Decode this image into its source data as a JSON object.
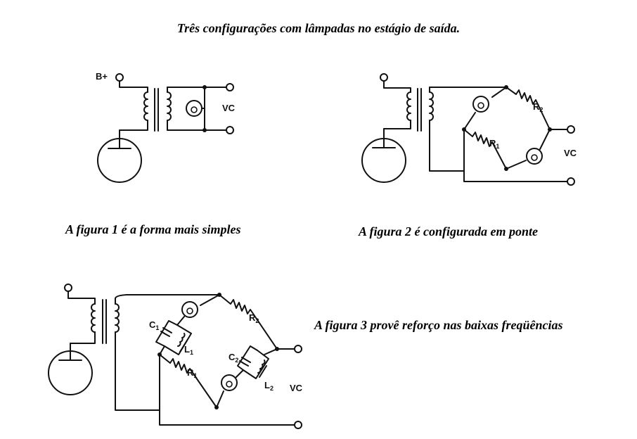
{
  "title": "Três configurações com  lâmpadas no estágio de saída.",
  "figures": [
    {
      "caption": "A figura 1 é a forma mais simples",
      "labels": {
        "supply": "B+",
        "output": "VC"
      }
    },
    {
      "caption": "A figura 2  é configurada em ponte",
      "labels": {
        "r1": "R",
        "r1_sub": "1",
        "r2": "R",
        "r2_sub": "2",
        "output": "VC"
      }
    },
    {
      "caption": "A figura 3 provê reforço nas baixas freqüências",
      "labels": {
        "c1": "C",
        "c1_sub": "1",
        "l1": "L",
        "l1_sub": "1",
        "c2": "C",
        "c2_sub": "2",
        "l2": "L",
        "l2_sub": "2",
        "r1": "R",
        "r1_sub": "1",
        "r2": "R",
        "r2_sub": "2",
        "output": "VC"
      }
    }
  ]
}
